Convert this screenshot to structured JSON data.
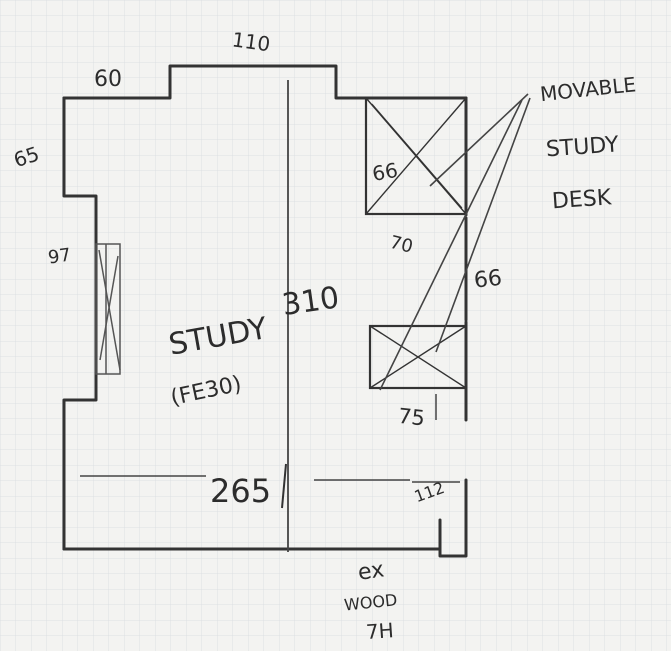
{
  "sketch": {
    "dimensions": {
      "top_wall": "110",
      "top_left_wall": "60",
      "left_upper_wall": "65",
      "left_window": "97",
      "desk_top_width": "66",
      "desk_top_depth": "70",
      "right_wall_mid": "66",
      "desk_bottom_label": "75",
      "room_length": "310",
      "room_width": "265",
      "bottom_right": "112"
    },
    "labels": {
      "room_name": "STUDY",
      "room_area": "(FE30)",
      "annotation_line1": "MOVABLE",
      "annotation_line2": "STUDY",
      "annotation_line3": "DESK",
      "door_note_1": "ex",
      "door_note_2": "WOOD",
      "door_note_3": "7H"
    }
  }
}
